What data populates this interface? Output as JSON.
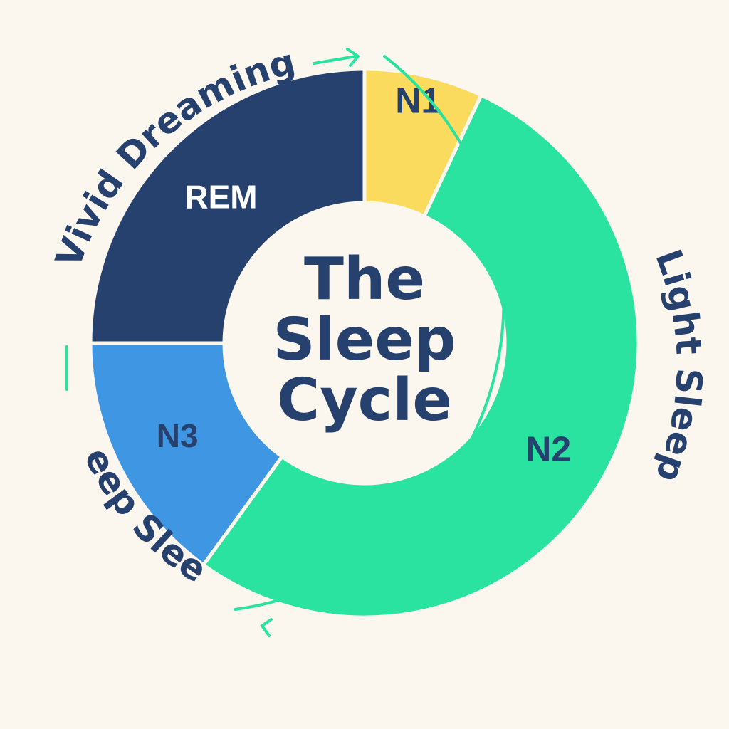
{
  "title": {
    "line1": "The",
    "line2": "Sleep",
    "line3": "Cycle"
  },
  "colors": {
    "background": "#FBF6EE",
    "navy": "#26416E",
    "white": "#FFFFFF",
    "accent_green": "#2BE3A0"
  },
  "chart_data": {
    "type": "pie",
    "variant": "donut",
    "direction": "clockwise",
    "start": "top",
    "categories": [
      "N1",
      "N2",
      "N3",
      "REM"
    ],
    "values": [
      7,
      53,
      15,
      25
    ],
    "colors": [
      "#FADB5E",
      "#2BE3A0",
      "#3F97E3",
      "#26416E"
    ],
    "label_colors": [
      "#26416E",
      "#26416E",
      "#26416E",
      "#FFFFFF"
    ],
    "annotations": [
      {
        "text": "Light Sleep",
        "position": "right"
      },
      {
        "text": "Deep Sleep",
        "position": "lower-left"
      },
      {
        "text": "Vivid Dreaming",
        "position": "upper-left"
      }
    ]
  }
}
